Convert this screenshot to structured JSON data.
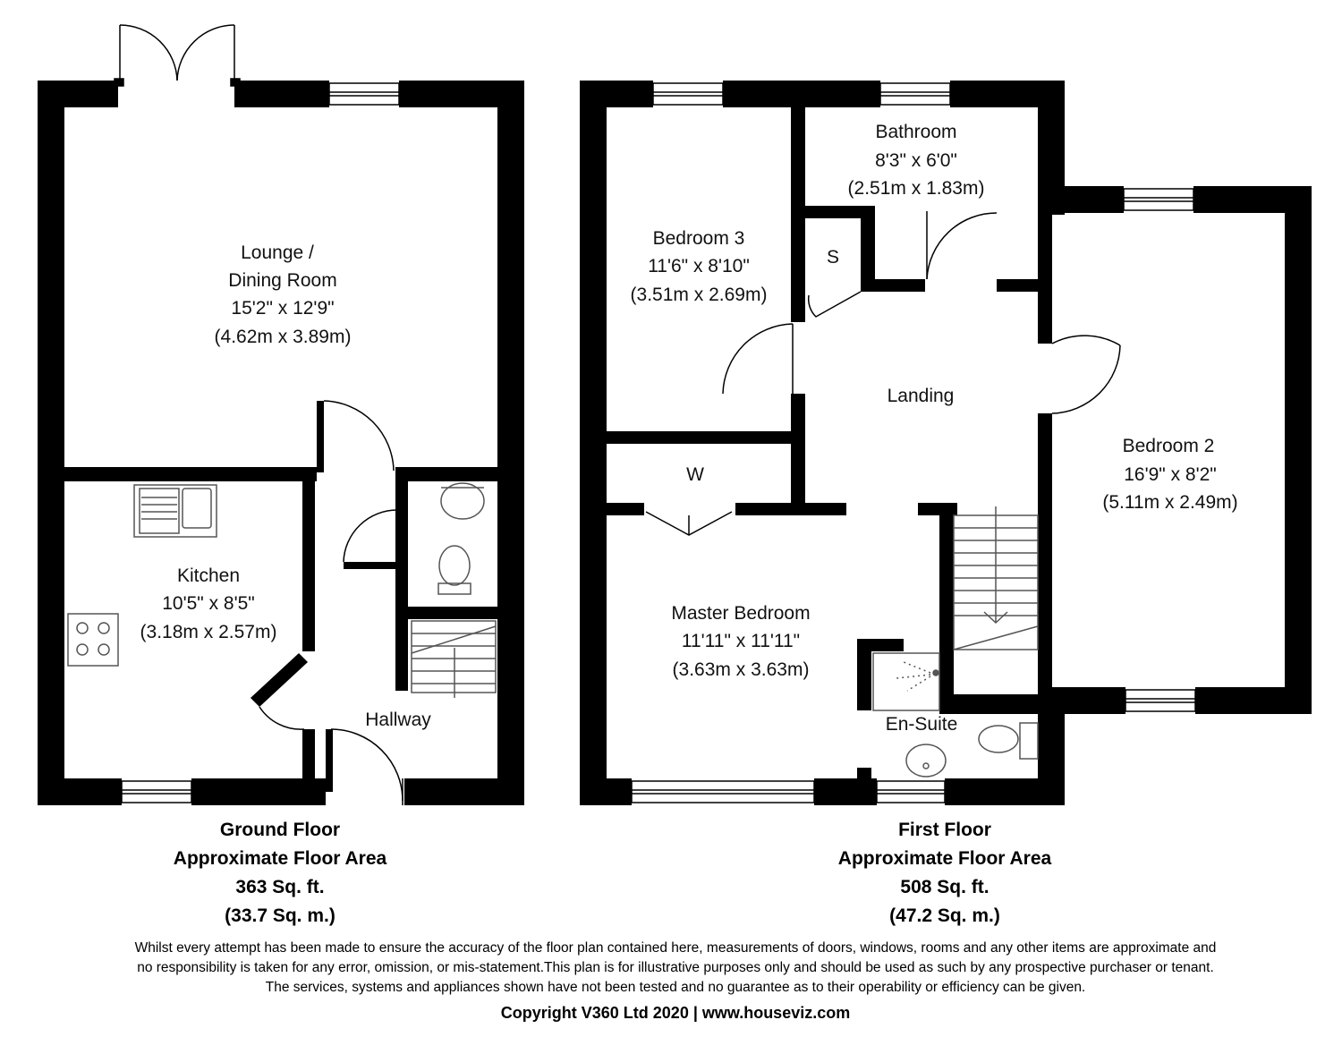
{
  "rooms": {
    "lounge": {
      "name1": "Lounge /",
      "name2": "Dining Room",
      "imperial": "15'2\" x 12'9\"",
      "metric": "(4.62m x 3.89m)"
    },
    "kitchen": {
      "name": "Kitchen",
      "imperial": "10'5\" x 8'5\"",
      "metric": "(3.18m x 2.57m)"
    },
    "hallway": {
      "name": "Hallway"
    },
    "bedroom3": {
      "name": "Bedroom 3",
      "imperial": "11'6\" x 8'10\"",
      "metric": "(3.51m x 2.69m)"
    },
    "bathroom": {
      "name": "Bathroom",
      "imperial": "8'3\" x 6'0\"",
      "metric": "(2.51m x 1.83m)"
    },
    "store": {
      "name": "S"
    },
    "landing": {
      "name": "Landing"
    },
    "bedroom2": {
      "name": "Bedroom 2",
      "imperial": "16'9\" x 8'2\"",
      "metric": "(5.11m x 2.49m)"
    },
    "wardrobe": {
      "name": "W"
    },
    "master": {
      "name": "Master Bedroom",
      "imperial": "11'11\" x 11'11\"",
      "metric": "(3.63m x 3.63m)"
    },
    "ensuite": {
      "name": "En-Suite"
    }
  },
  "ground_floor": {
    "title": "Ground Floor",
    "subtitle": "Approximate Floor Area",
    "area_imperial": "363 Sq. ft.",
    "area_metric": "(33.7 Sq. m.)"
  },
  "first_floor": {
    "title": "First Floor",
    "subtitle": "Approximate Floor Area",
    "area_imperial": "508 Sq. ft.",
    "area_metric": "(47.2 Sq. m.)"
  },
  "disclaimer": {
    "line1": "Whilst every attempt has been made to ensure the accuracy of the floor plan contained here, measurements of doors, windows, rooms and any other items are approximate and",
    "line2": "no responsibility is taken for any error, omission, or mis-statement.This plan is for illustrative purposes only and should be used as such by any prospective purchaser or tenant.",
    "line3": "The services, systems and appliances shown have not been tested and no guarantee as to their operability or efficiency can be given."
  },
  "copyright": "Copyright V360 Ltd 2020 | www.houseviz.com",
  "colors": {
    "wall": "#000000",
    "background": "#ffffff",
    "fixture_line": "#555555"
  }
}
